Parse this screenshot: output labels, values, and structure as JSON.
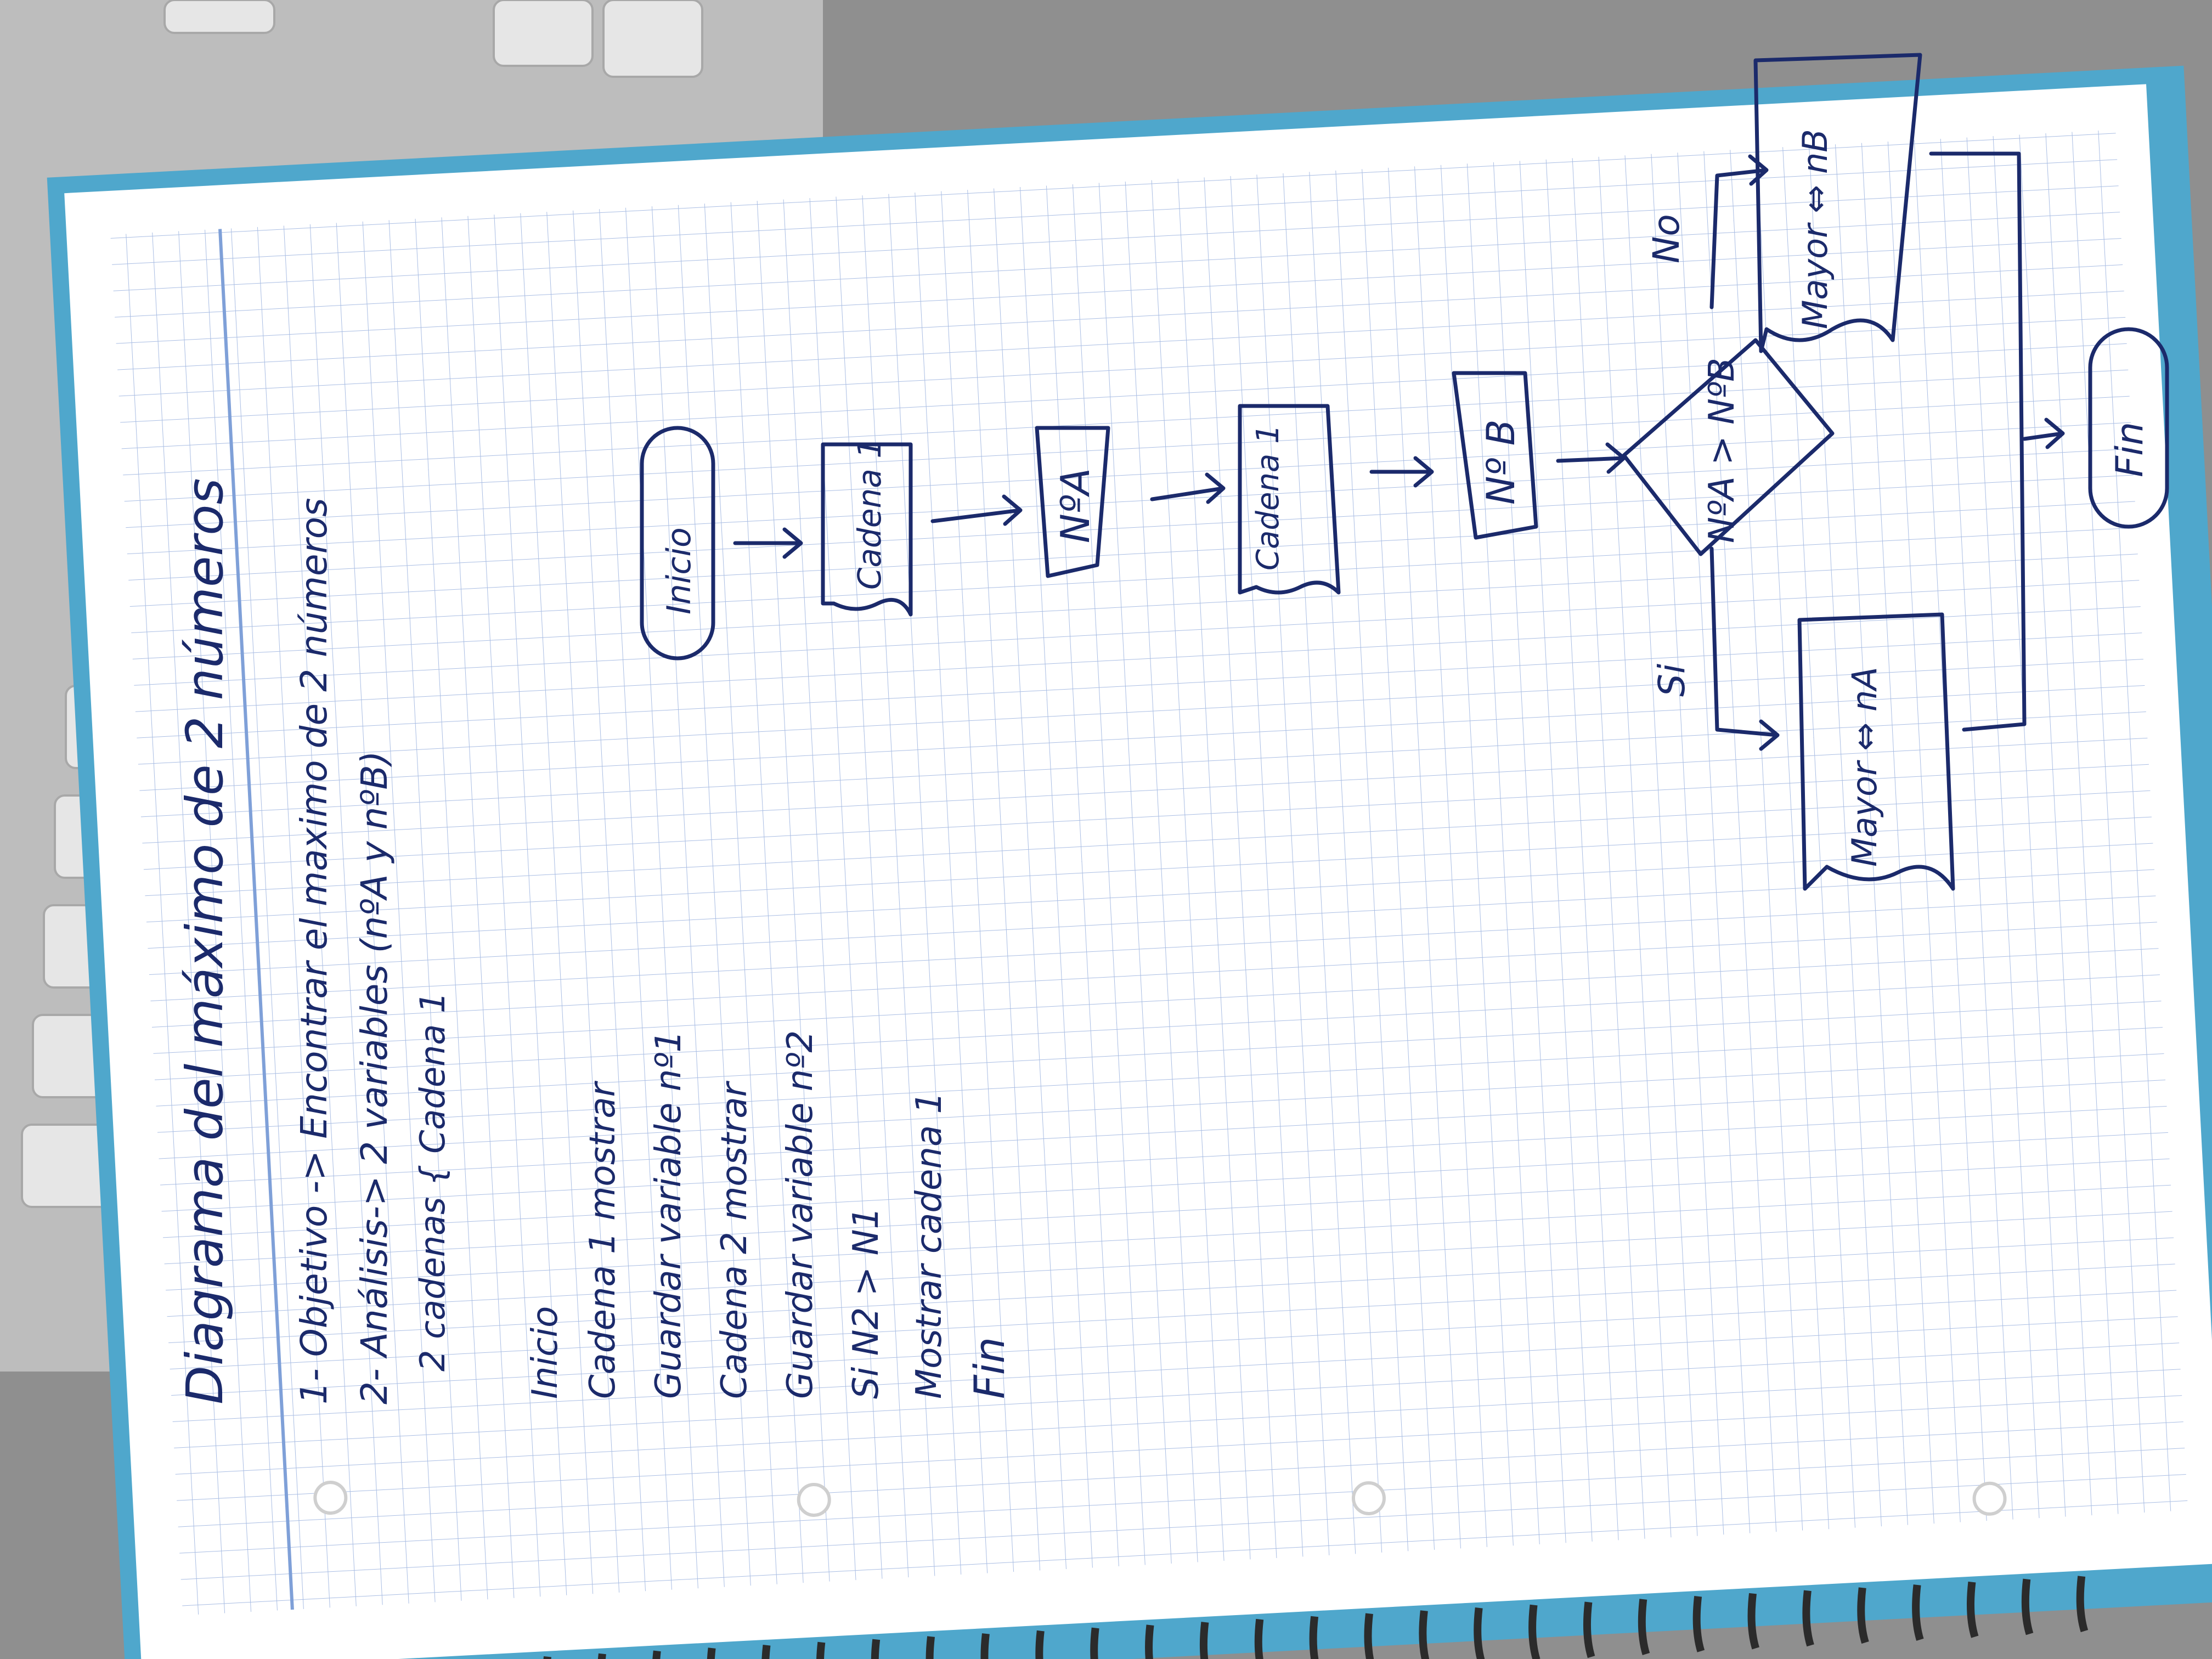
{
  "notebook": {
    "title": "Diagrama del máximo de 2 números",
    "notes": [
      "1- Objetivo -> Encontrar el maximo de 2 números",
      "2- Análisis-> 2 variables (nºA y nºB)",
      "2 cadenas { Cadena 1"
    ],
    "algorithm": [
      "Inicio",
      "Cadena 1 mostrar",
      "Guardar variable nº1",
      "Cadena 2 mostrar",
      "Guardar variable nº2",
      "Si N2 > N1",
      "Mostrar cadena 1",
      "Fin"
    ]
  },
  "flowchart": {
    "start": "Inicio",
    "cadena1": "Cadena 1",
    "input_a": "NºA",
    "cadena1_b": "Cadena 1",
    "input_b": "Nº B",
    "decision": "NºA > NºB",
    "yes_label": "Si",
    "no_label": "No",
    "output_a": "Mayor ⇔ nA",
    "output_b": "Mayor ⇔ nB",
    "end": "Fin"
  },
  "colors": {
    "ink": "#1b2a6b",
    "paper": "#ffffff",
    "grid": "#a9bde3",
    "notebook_border": "#4fa7cc",
    "spiral": "#2b2b2b"
  }
}
